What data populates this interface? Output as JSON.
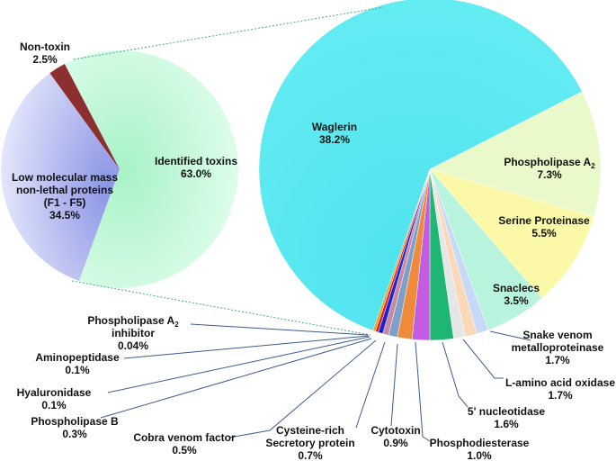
{
  "chart_data": [
    {
      "type": "pie",
      "slices": [
        {
          "name": "Identified toxins",
          "value": 63.0,
          "label": "63.0%",
          "color": "#b9f5d2"
        },
        {
          "name": "Low molecular mass non-lethal proteins (F1 - F5)",
          "value": 34.5,
          "label": "34.5%",
          "color": "#aab4ee"
        },
        {
          "name": "Non-toxin",
          "value": 2.5,
          "label": "2.5%",
          "color": "#8b2f2f"
        }
      ],
      "text_labels": {
        "identified": [
          "Identified toxins",
          "63.0%"
        ],
        "low_molecular": [
          "Low molecular mass",
          "non-lethal proteins",
          "(F1 - F5)",
          "34.5%"
        ],
        "non_toxin": [
          "Non-toxin",
          "2.5%"
        ]
      }
    },
    {
      "type": "pie",
      "slices": [
        {
          "name": "Waglerin",
          "value": 38.2,
          "label": "38.2%",
          "color": "#5ae8f0"
        },
        {
          "name": "Phospholipase A2",
          "value": 7.3,
          "label": "7.3%",
          "color": "#eaf9c9"
        },
        {
          "name": "Serine Proteinase",
          "value": 5.5,
          "label": "5.5%",
          "color": "#fbf9a8"
        },
        {
          "name": "Snaclecs",
          "value": 3.5,
          "label": "3.5%",
          "color": "#b8f4dd"
        },
        {
          "name": "Snake venom metalloproteinase",
          "value": 1.7,
          "label": "1.7%",
          "color": "#c6d9f6"
        },
        {
          "name": "L-amino acid oxidase",
          "value": 1.7,
          "label": "1.7%",
          "color": "#fad8b8"
        },
        {
          "name": "5' nucleotidase",
          "value": 1.6,
          "label": "1.6%",
          "color": "#e6e6e6"
        },
        {
          "name": "Phosphodiesterase",
          "value": 1.0,
          "label": "1.0%",
          "color": "#1fb573"
        },
        {
          "name": "Cytotoxin",
          "value": 0.9,
          "label": "0.9%",
          "color": "#c35ce3"
        },
        {
          "name": "Cysteine-rich Secretory protein",
          "value": 0.7,
          "label": "0.7%",
          "color": "#ef8a3a"
        },
        {
          "name": "Cobra venom factor",
          "value": 0.5,
          "label": "0.5%",
          "color": "#7d9fc8"
        },
        {
          "name": "Phospholipase B",
          "value": 0.3,
          "label": "0.3%",
          "color": "#c78aa2"
        },
        {
          "name": "Hyaluronidase",
          "value": 0.1,
          "label": "0.1%",
          "color": "#1b22d8"
        },
        {
          "name": "Aminopeptidase",
          "value": 0.1,
          "label": "0.1%",
          "color": "#e02020"
        },
        {
          "name": "Phospholipase A2 inhibitor",
          "value": 0.04,
          "label": "0.04%",
          "color": "#f29b1b"
        }
      ],
      "text_labels": {
        "waglerin": [
          "Waglerin",
          "38.2%"
        ],
        "pla2": [
          "Phospholipase A",
          "2",
          "7.3%"
        ],
        "serine": [
          "Serine Proteinase",
          "5.5%"
        ],
        "snaclecs": [
          "Snaclecs",
          "3.5%"
        ],
        "svmp": [
          "Snake venom",
          "metalloproteinase",
          "1.7%"
        ],
        "laao": [
          "L-amino acid oxidase",
          "1.7%"
        ],
        "nuc": [
          "5' nucleotidase",
          "1.6%"
        ],
        "pde": [
          "Phosphodiesterase",
          "1.0%"
        ],
        "cyto": [
          "Cytotoxin",
          "0.9%"
        ],
        "crisp": [
          "Cysteine-rich",
          "Secretory protein",
          "0.7%"
        ],
        "cvf": [
          "Cobra venom factor",
          "0.5%"
        ],
        "plb": [
          "Phospholipase B",
          "0.3%"
        ],
        "hya": [
          "Hyaluronidase",
          "0.1%"
        ],
        "amino": [
          "Aminopeptidase",
          "0.1%"
        ],
        "pla2i": [
          "Phospholipase A",
          "2",
          "inhibitor",
          "0.04%"
        ]
      }
    }
  ]
}
